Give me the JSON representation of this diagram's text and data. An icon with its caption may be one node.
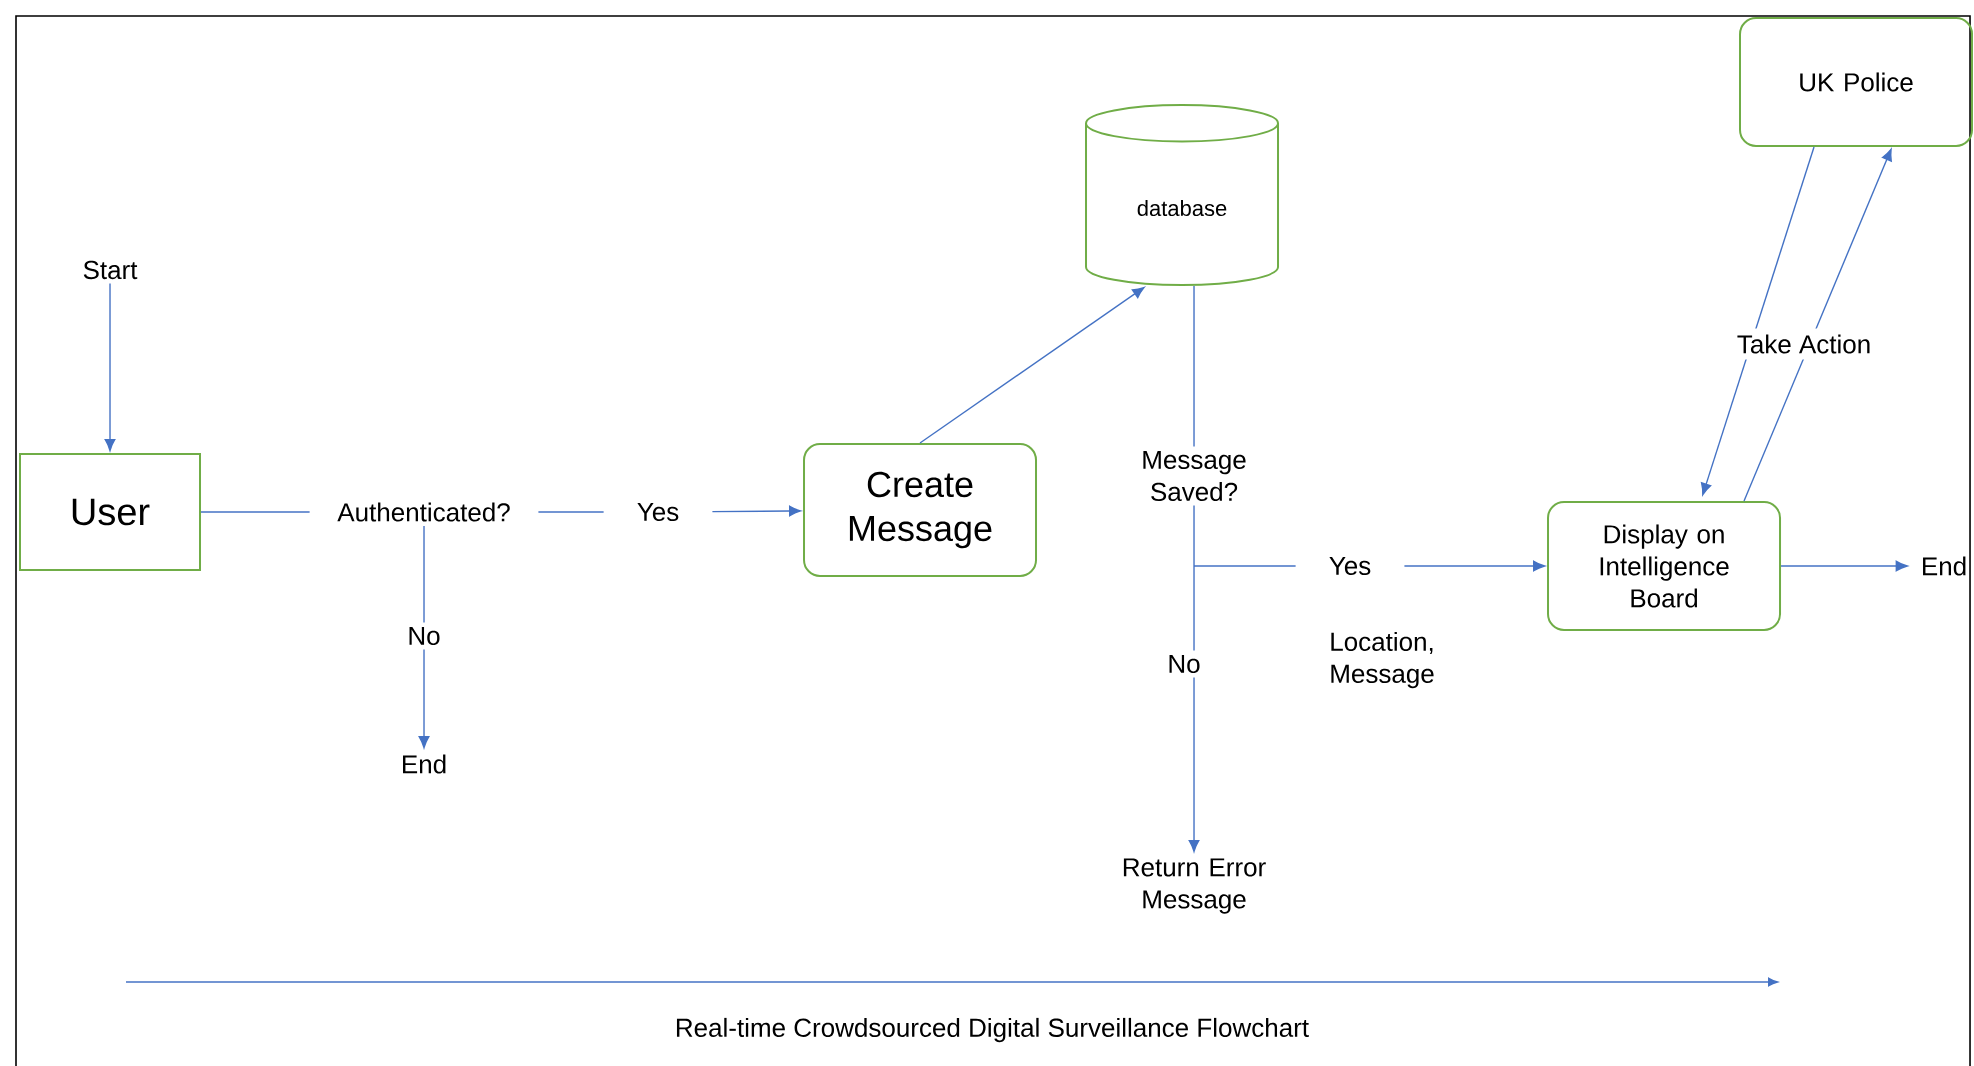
{
  "diagram": {
    "caption": "Real-time Crowdsourced Digital Surveillance Flowchart",
    "nodes": [
      {
        "text": [
          "Start"
        ]
      },
      {
        "text": [
          "User"
        ]
      },
      {
        "text": [
          "Authenticated?"
        ]
      },
      {
        "text": [
          "Yes"
        ]
      },
      {
        "text": [
          "No"
        ]
      },
      {
        "text": [
          "End"
        ]
      },
      {
        "text": [
          "Create Message"
        ]
      },
      {
        "text": [
          "database"
        ]
      },
      {
        "text": [
          "Message Saved?"
        ]
      },
      {
        "text": [
          "Yes"
        ]
      },
      {
        "text": [
          "No"
        ]
      },
      {
        "text": [
          "Return Error Message"
        ]
      },
      {
        "text": [
          "Display on Intelligence Board"
        ]
      },
      {
        "text": [
          "End"
        ]
      },
      {
        "text": [
          "UK Police"
        ]
      }
    ],
    "edges": [
      {
        "from": 0,
        "to": 1,
        "arrow": "to"
      },
      {
        "from": 1,
        "to": 2,
        "arrow": "none"
      },
      {
        "from": 2,
        "to": 3,
        "arrow": "none"
      },
      {
        "from": 3,
        "to": 6,
        "arrow": "to"
      },
      {
        "from": 2,
        "to": 4,
        "arrow": "none"
      },
      {
        "from": 4,
        "to": 5,
        "arrow": "to"
      },
      {
        "from": 6,
        "to": 7,
        "arrow": "to"
      },
      {
        "from": 7,
        "to": 8,
        "arrow": "none"
      },
      {
        "from": 8,
        "to": 9,
        "arrow": "none"
      },
      {
        "from": 9,
        "to": 12,
        "arrow": "to"
      },
      {
        "from": 8,
        "to": 10,
        "arrow": "none"
      },
      {
        "from": 10,
        "to": 11,
        "arrow": "to"
      },
      {
        "from": 14,
        "to": 12,
        "arrow": "to"
      },
      {
        "from": 12,
        "to": 14,
        "label": "Take Action",
        "arrow": "to"
      },
      {
        "from": 12,
        "to": 13,
        "arrow": "to"
      }
    ],
    "labels": [
      "Location, Message"
    ]
  }
}
